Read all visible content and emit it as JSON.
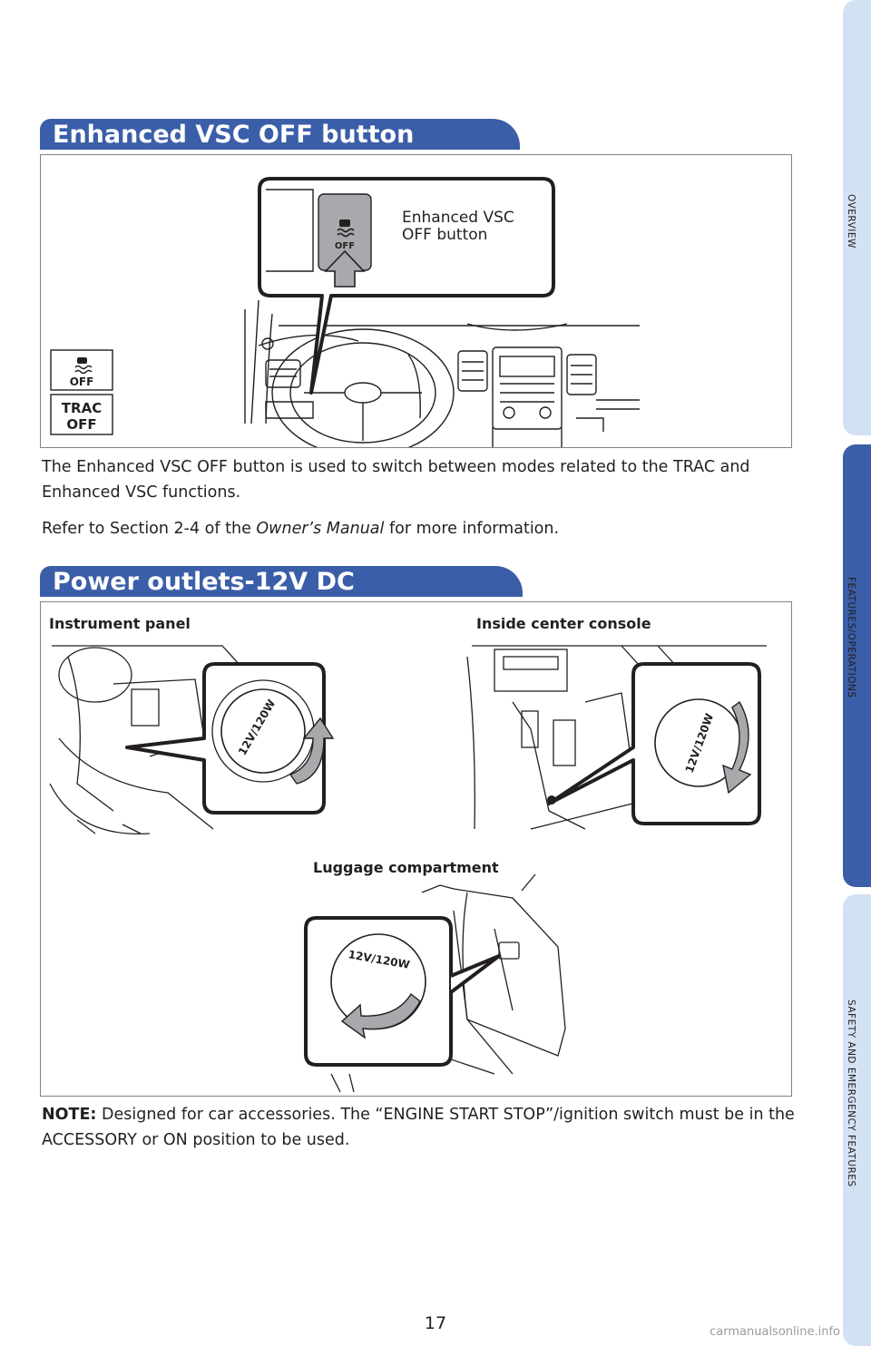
{
  "sidebar": {
    "tabs": [
      {
        "label": "OVERVIEW",
        "active": false
      },
      {
        "label": "FEATURES/OPERATIONS",
        "active": true
      },
      {
        "label": "SAFETY AND EMERGENCY FEATURES",
        "active": false
      }
    ]
  },
  "section_vsc": {
    "title": "Enhanced VSC OFF button",
    "callout_label_line1": "Enhanced VSC",
    "callout_label_line2": "OFF button",
    "indicator_off": "OFF",
    "indicator_trac": "TRAC",
    "indicator_trac_off": "OFF",
    "paragraph1": "The Enhanced VSC OFF button is used to switch between modes related to the TRAC and Enhanced VSC functions.",
    "paragraph2_prefix": "Refer to Section 2-4 of the ",
    "paragraph2_italic": "Owner’s Manual",
    "paragraph2_suffix": " for more information."
  },
  "section_power": {
    "title": "Power outlets-12V DC",
    "caption_instrument": "Instrument panel",
    "caption_console": "Inside center console",
    "caption_luggage": "Luggage compartment",
    "cap_text": "12V/120W",
    "note_label": "NOTE:",
    "note_text": " Designed for car accessories. The “ENGINE START STOP”/ignition switch must be in the ACCESSORY or ON position to be used."
  },
  "footer": {
    "page_number": "17",
    "watermark": "carmanualsonline.info"
  },
  "colors": {
    "header_blue": "#3b5ea8",
    "tab_light": "#d3e2f3",
    "tab_active": "#3b5ea8",
    "callout_grey": "#a7a9ac"
  }
}
